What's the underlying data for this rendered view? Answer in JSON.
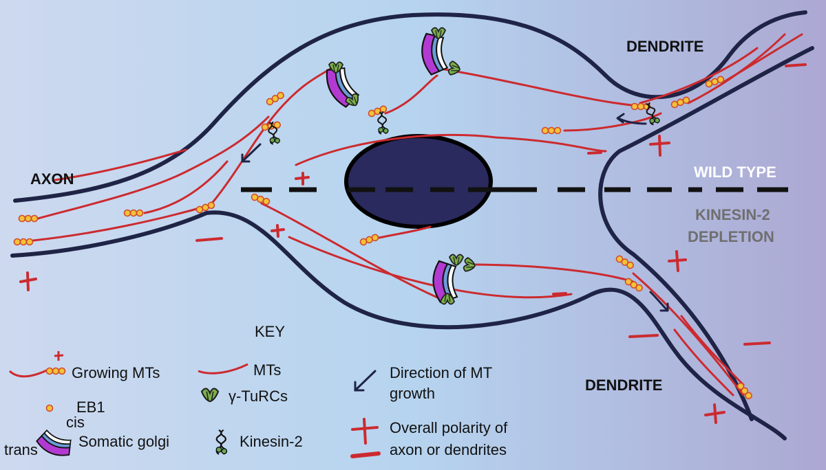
{
  "colors": {
    "bg_left": "#cdd9ef",
    "bg_mid": "#b5d3ee",
    "bg_right": "#aeaad3",
    "membrane": "#1f2446",
    "microtubule": "#cc2a2f",
    "eb1": "#f2c23a",
    "eb1_stroke": "#d24a2a",
    "nucleus": "#2a2a5e",
    "golgi_trans": "#b23ad2",
    "golgi_mid": "#6d9bd6",
    "golgi_cis": "#ffffff",
    "gamma_turc": "#7bb04b",
    "wild_type": "#ffffff",
    "depletion": "#6f6f6f"
  },
  "labels": {
    "axon": "AXON",
    "dendrite_top": "DENDRITE",
    "dendrite_bottom": "DENDRITE",
    "wild_type": "WILD TYPE",
    "kinesin_depletion_1": "KINESIN-2",
    "kinesin_depletion_2": "DEPLETION"
  },
  "key": {
    "title": "KEY",
    "growing_mts": "Growing MTs",
    "mts": "MTs",
    "direction_1": "Direction of MT",
    "direction_2": "growth",
    "eb1": "EB1",
    "gamma_turcs": "γ-TuRCs",
    "cis": "cis",
    "trans": "trans",
    "somatic_golgi": "Somatic golgi",
    "kinesin2": "Kinesin-2",
    "polarity_1": "Overall polarity of",
    "polarity_2": "axon or dendrites"
  },
  "icons": [
    "eb1-comet-icon",
    "gamma-turc-icon",
    "golgi-icon",
    "kinesin-2-icon",
    "arrow-icon",
    "plus-icon",
    "minus-icon"
  ]
}
